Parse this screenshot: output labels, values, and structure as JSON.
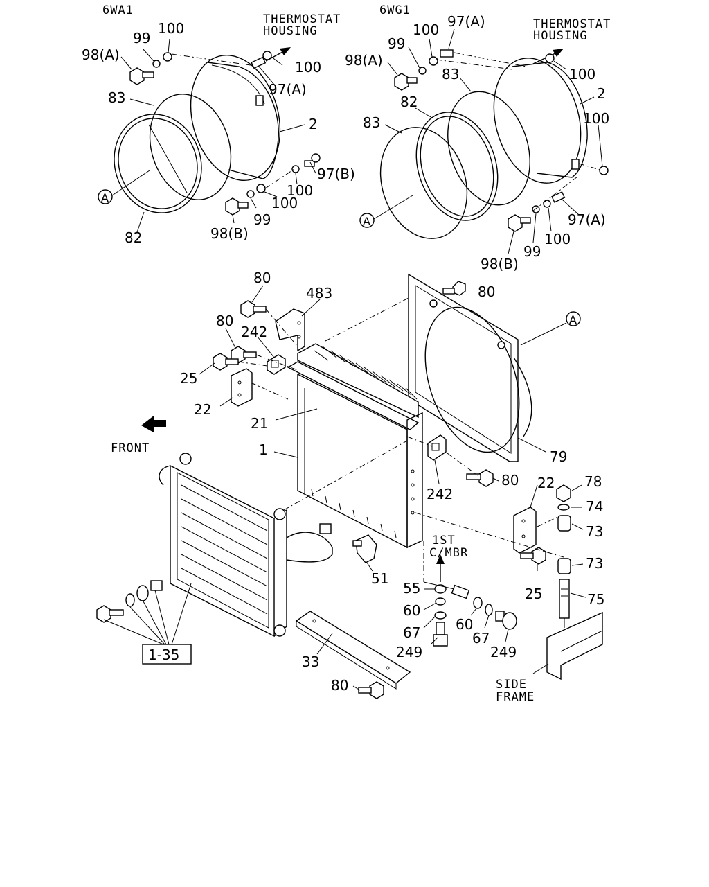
{
  "variants": {
    "left": "6WA1",
    "right": "6WG1"
  },
  "notes": {
    "thermostat_left_line1": "THERMOSTAT",
    "thermostat_left_line2": "HOUSING",
    "thermostat_right_line1": "THERMOSTAT",
    "thermostat_right_line2": "HOUSING",
    "front": "FRONT",
    "first_cmbr_line1": "1ST",
    "first_cmbr_line2": "C/MBR",
    "side_frame_line1": "SIDE",
    "side_frame_line2": "FRAME"
  },
  "callout_A": "A",
  "ref_box": "1-35",
  "labels": {
    "l_99": "99",
    "l_100a": "100",
    "l_98a": "98(A)",
    "l_97a": "97(A)",
    "l_100b": "100",
    "l_83": "83",
    "l_2": "2",
    "l_97b": "97(B)",
    "l_100c": "100",
    "l_100d": "100",
    "l_99b": "99",
    "l_98b": "98(B)",
    "l_82": "82",
    "r_97a_top": "97(A)",
    "r_100a": "100",
    "r_99": "99",
    "r_98a": "98(A)",
    "r_83a": "83",
    "r_82": "82",
    "r_83b": "83",
    "r_100b": "100",
    "r_2": "2",
    "r_100c": "100",
    "r_97a_bot": "97(A)",
    "r_100d": "100",
    "r_99b": "99",
    "r_98b": "98(B)",
    "m_80a": "80",
    "m_483": "483",
    "m_80b": "80",
    "m_242a": "242",
    "m_80c": "80",
    "m_25a": "25",
    "m_22a": "22",
    "m_21": "21",
    "m_1": "1",
    "m_79": "79",
    "m_80d": "80",
    "m_242b": "242",
    "m_22b": "22",
    "m_78": "78",
    "m_74": "74",
    "m_73a": "73",
    "m_73b": "73",
    "m_25b": "25",
    "m_75": "75",
    "m_51": "51",
    "m_55": "55",
    "m_60a": "60",
    "m_67a": "67",
    "m_249a": "249",
    "m_60b": "60",
    "m_67b": "67",
    "m_249b": "249",
    "m_33": "33",
    "m_80e": "80"
  }
}
